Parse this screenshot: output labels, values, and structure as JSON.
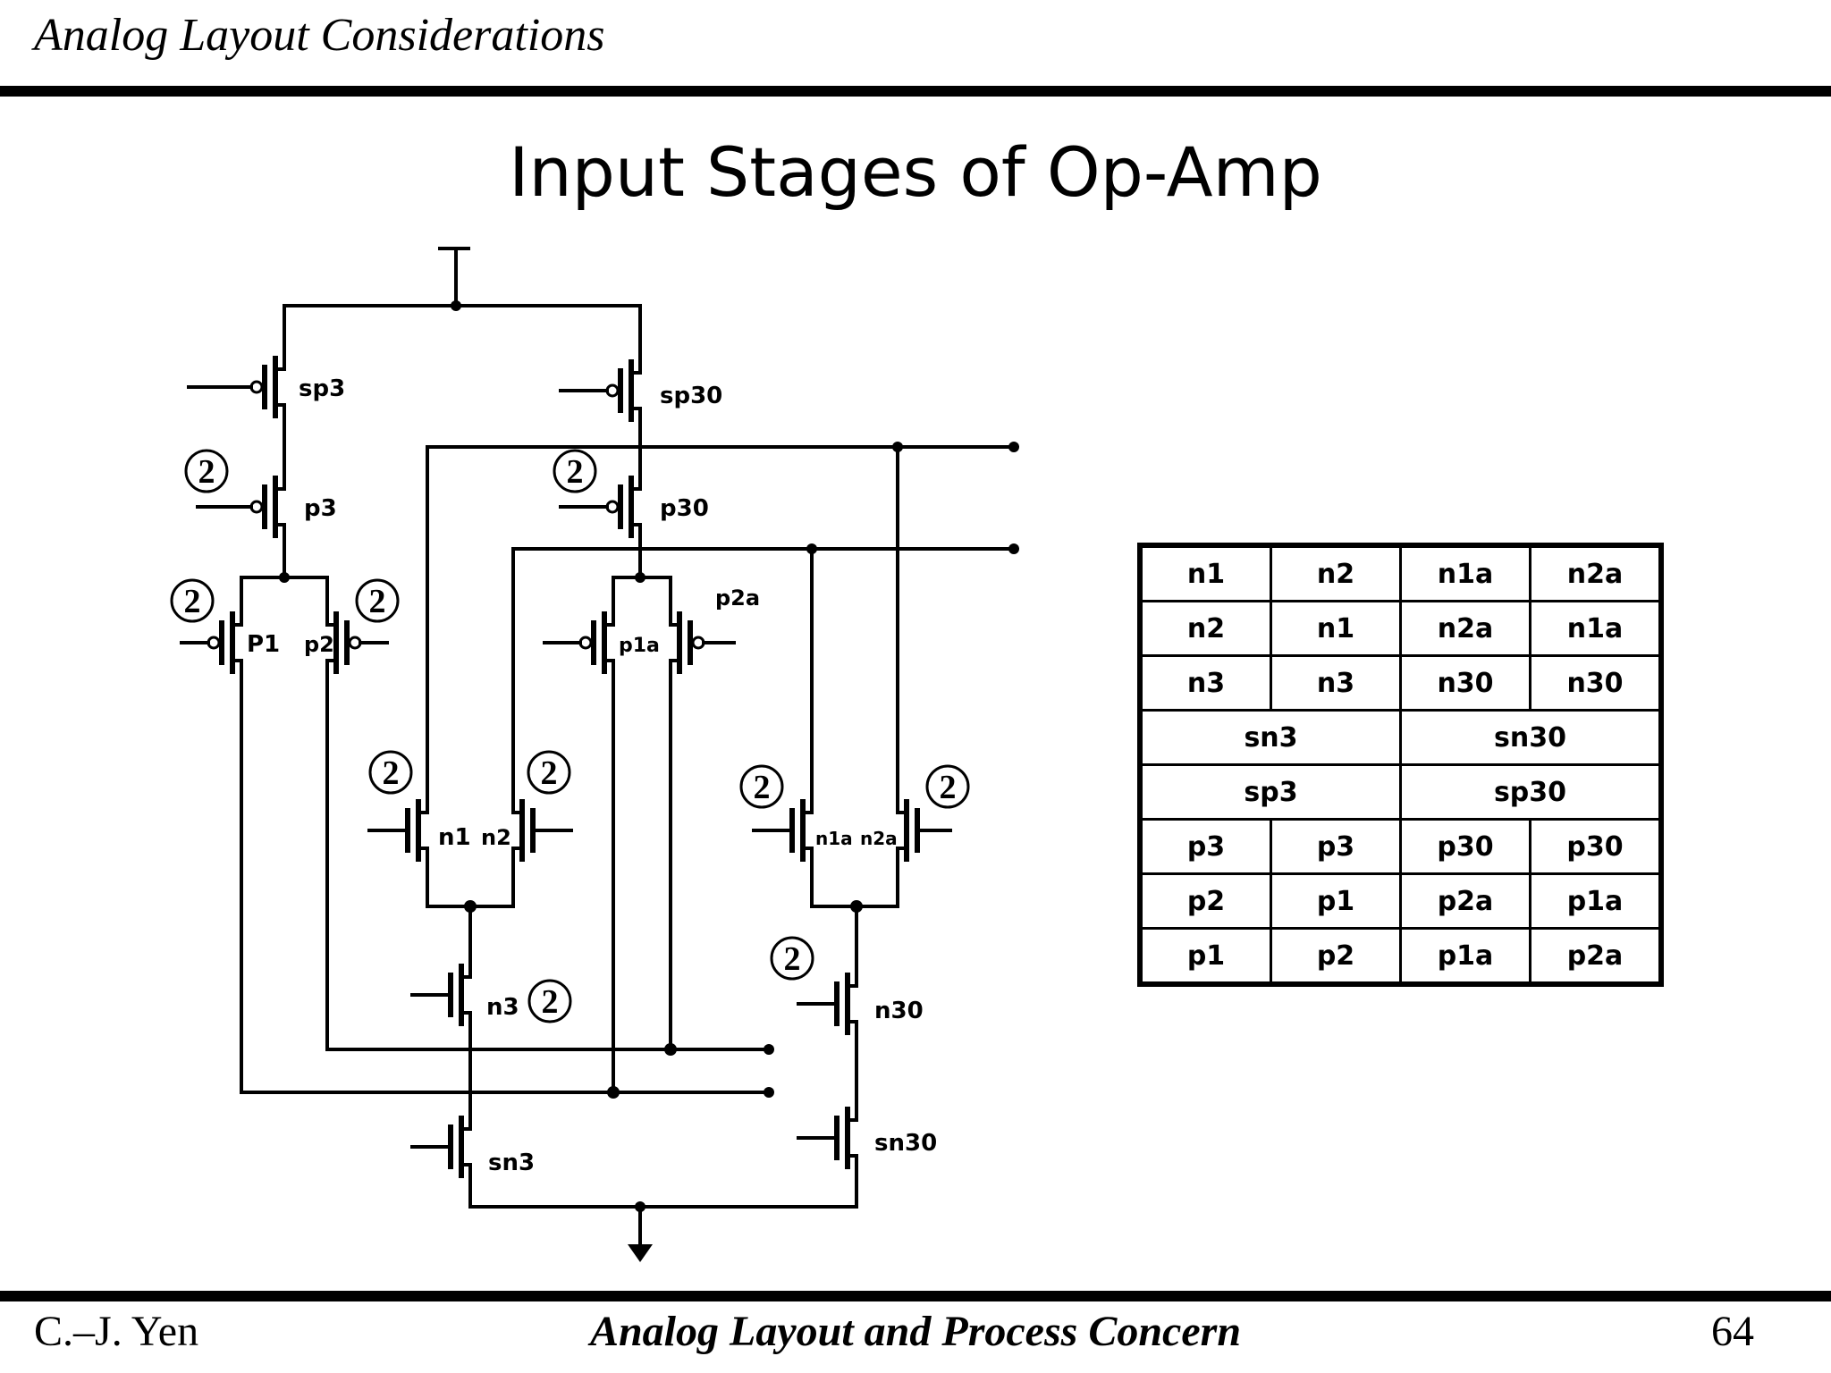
{
  "header": {
    "title": "Analog Layout Considerations"
  },
  "slide": {
    "title": "Input Stages of Op-Amp"
  },
  "footer": {
    "author": "C.–J. Yen",
    "course": "Analog Layout and Process Concern",
    "page": "64"
  },
  "circuit": {
    "multiplier": "2",
    "transistors": {
      "sp3": "sp3",
      "sp30": "sp30",
      "p3": "p3",
      "p30": "p30",
      "p1": "P1",
      "p2": "p2",
      "p1a": "p1a",
      "p2a": "p2a",
      "n1": "n1",
      "n2": "n2",
      "n1a": "n1a",
      "n2a": "n2a",
      "n3": "n3",
      "n30": "n30",
      "sn3": "sn3",
      "sn30": "sn30"
    }
  },
  "layout_table": {
    "rows": [
      [
        "n1",
        "n2",
        "n1a",
        "n2a"
      ],
      [
        "n2",
        "n1",
        "n2a",
        "n1a"
      ],
      [
        "n3",
        "n3",
        "n30",
        "n30"
      ],
      [
        "sn3",
        "sn30"
      ],
      [
        "sp3",
        "sp30"
      ],
      [
        "p3",
        "p3",
        "p30",
        "p30"
      ],
      [
        "p2",
        "p1",
        "p2a",
        "p1a"
      ],
      [
        "p1",
        "p2",
        "p1a",
        "p2a"
      ]
    ]
  }
}
